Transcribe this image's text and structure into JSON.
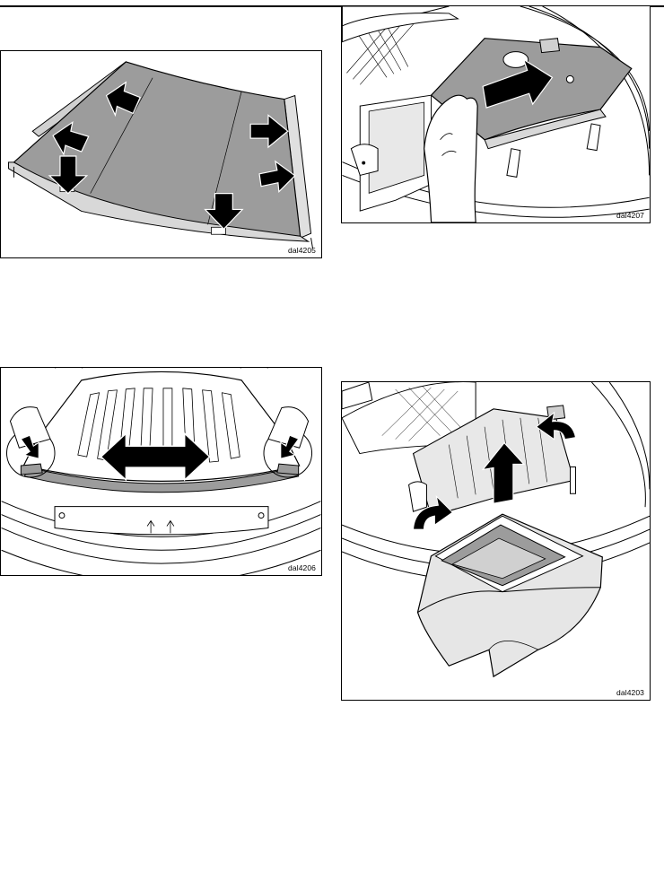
{
  "colors": {
    "line": "#000000",
    "fill_gray": "#9c9c9c",
    "fill_light": "#e8e8e8",
    "arrow": "#000000"
  },
  "figures": [
    {
      "id": "fig-top-left",
      "code": "dal4205",
      "subject": "filter cover panel with six push arrows"
    },
    {
      "id": "fig-top-right",
      "code": "dal4207",
      "subject": "hand sliding filter cover into drum"
    },
    {
      "id": "fig-bottom-left",
      "code": "dal4206",
      "subject": "filter grille with double arrow and circled catches"
    },
    {
      "id": "fig-bottom-right",
      "code": "dal4203",
      "subject": "filter removed with curved lift arrows"
    }
  ]
}
